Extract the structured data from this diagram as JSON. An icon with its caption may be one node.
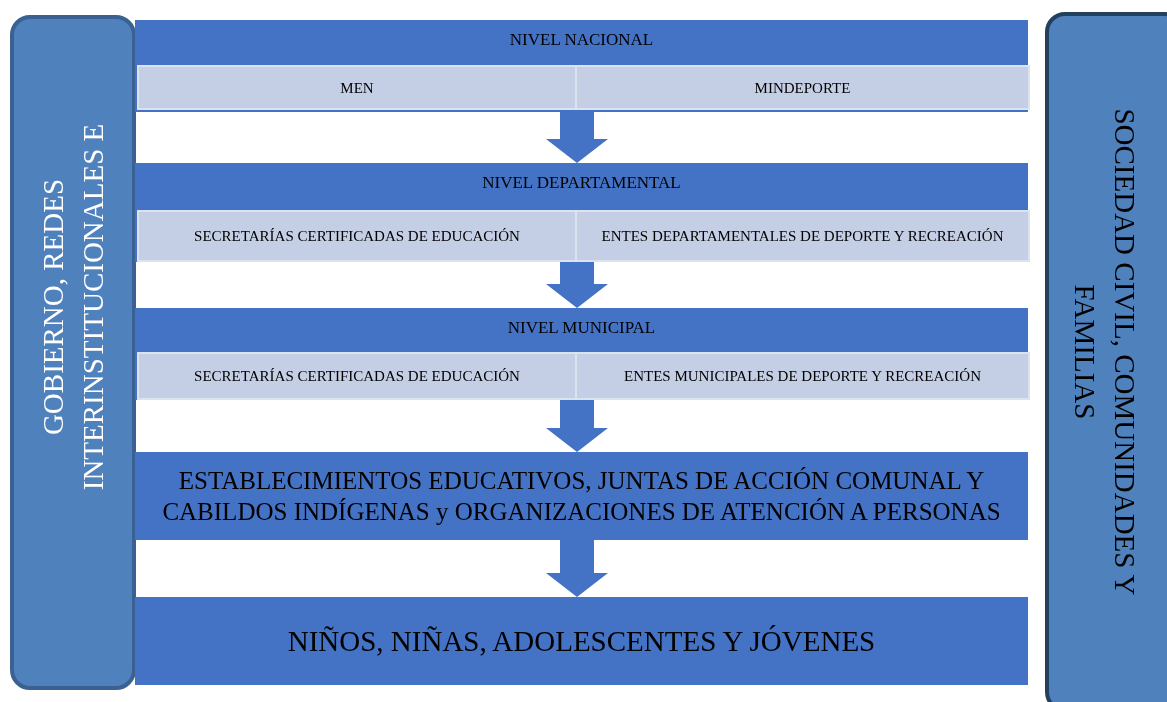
{
  "diagram": {
    "nodes": [
      {
        "text": [
          "GOBIERNO, REDES INTERINSTITUCIONALES E"
        ]
      },
      {
        "text": [
          "NIVEL NACIONAL"
        ]
      },
      {
        "text": [
          "MEN"
        ],
        "in": 1
      },
      {
        "text": [
          "MINDEPORTE"
        ],
        "in": 1
      },
      {
        "text": [
          "NIVEL DEPARTAMENTAL"
        ]
      },
      {
        "text": [
          "SECRETARÍAS CERTIFICADAS DE EDUCACIÓN"
        ],
        "in": 4
      },
      {
        "text": [
          "ENTES DEPARTAMENTALES DE DEPORTE Y RECREACIÓN"
        ],
        "in": 4
      },
      {
        "text": [
          "NIVEL MUNICIPAL"
        ]
      },
      {
        "text": [
          "SECRETARÍAS CERTIFICADAS DE EDUCACIÓN"
        ],
        "in": 7
      },
      {
        "text": [
          "ENTES MUNICIPALES DE DEPORTE Y RECREACIÓN"
        ],
        "in": 7
      },
      {
        "text": [
          "ESTABLECIMIENTOS EDUCATIVOS, JUNTAS DE ACCIÓN COMUNAL Y CABILDOS INDÍGENAS y ORGANIZACIONES DE ATENCIÓN A PERSONAS"
        ]
      },
      {
        "text": [
          "NIÑOS, NIÑAS, ADOLESCENTES Y JÓVENES"
        ]
      },
      {
        "text": [
          "SOCIEDAD CIVIL, COMUNIDADES Y FAMILIAS"
        ]
      }
    ],
    "edges": [
      {
        "from": 1,
        "to": 4,
        "arrow": "to"
      },
      {
        "from": 4,
        "to": 7,
        "arrow": "to"
      },
      {
        "from": 7,
        "to": 10,
        "arrow": "to"
      },
      {
        "from": 10,
        "to": 11,
        "arrow": "to"
      }
    ]
  }
}
